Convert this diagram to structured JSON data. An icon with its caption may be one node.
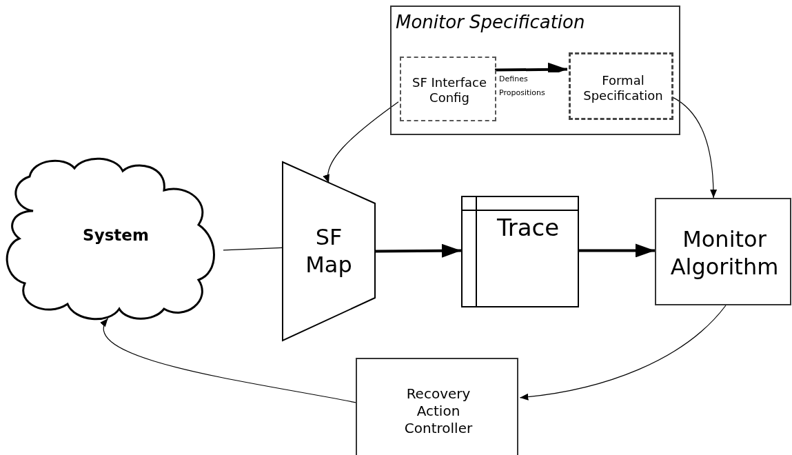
{
  "diagram": {
    "nodes": [
      {
        "text": [
          "Monitor Specification"
        ]
      },
      {
        "text": [
          "SF Interface Config"
        ],
        "in": 0
      },
      {
        "text": [
          "Formal Specification"
        ],
        "in": 0
      },
      {
        "text": [
          "System"
        ]
      },
      {
        "text": [
          "SF Map"
        ]
      },
      {
        "text": [
          "Trace"
        ]
      },
      {
        "text": [
          "Monitor Algorithm"
        ]
      },
      {
        "text": [
          "Recovery Action Controller"
        ]
      }
    ],
    "edges": [
      {
        "from": 1,
        "to": 2,
        "arrow": "to",
        "label": "Defines Propositions",
        "style": "thick"
      },
      {
        "from": 1,
        "to": 4,
        "arrow": "to"
      },
      {
        "from": 2,
        "to": 6,
        "arrow": "to"
      },
      {
        "from": 3,
        "to": 4,
        "arrow": "none"
      },
      {
        "from": 4,
        "to": 5,
        "arrow": "to",
        "style": "thick"
      },
      {
        "from": 5,
        "to": 6,
        "arrow": "to",
        "style": "thick"
      },
      {
        "from": 6,
        "to": 7,
        "arrow": "to"
      },
      {
        "from": 7,
        "to": 3,
        "arrow": "to"
      }
    ]
  }
}
